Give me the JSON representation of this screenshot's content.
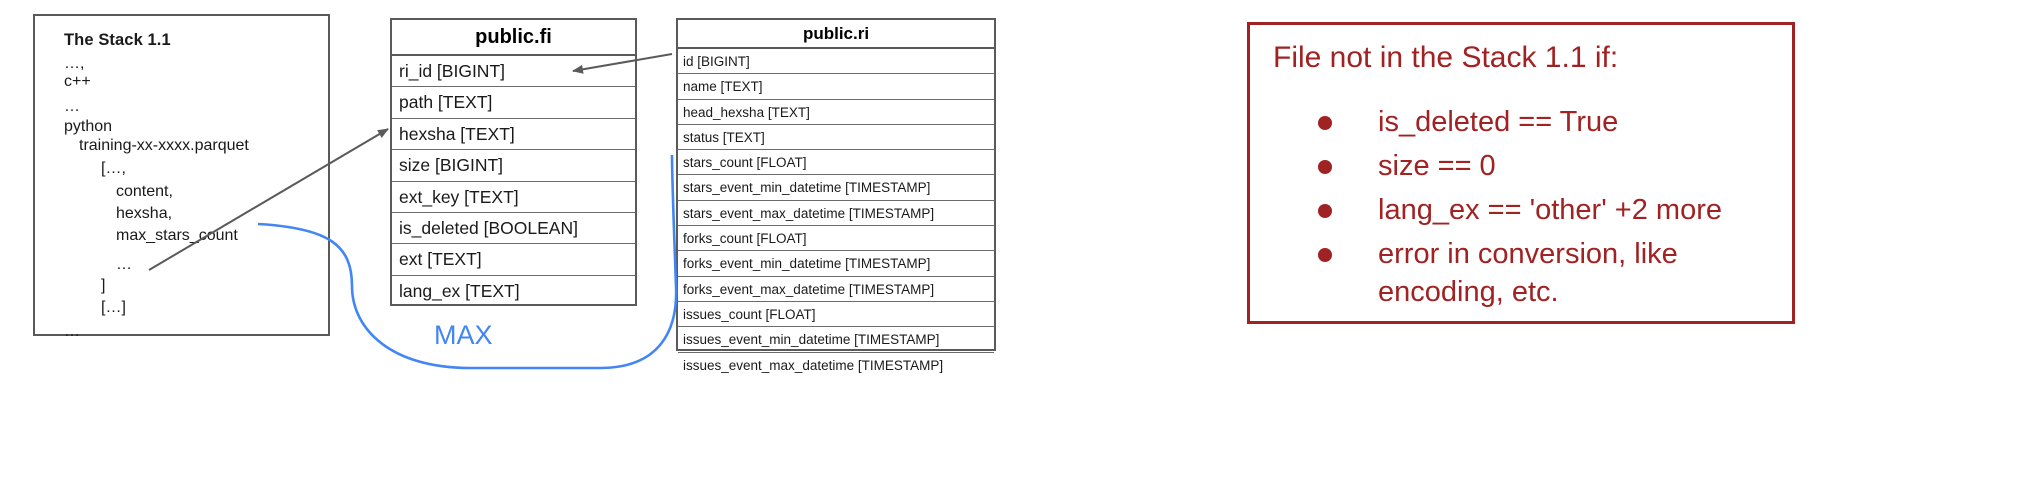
{
  "stack_box": {
    "title": "The Stack 1.1",
    "lines": [
      {
        "text": "…,",
        "indent": 0
      },
      {
        "text": "c++",
        "indent": 0
      },
      {
        "text": "…",
        "indent": 0
      },
      {
        "text": "python",
        "indent": 0
      },
      {
        "text": "training-xx-xxxx.parquet",
        "indent": 1
      },
      {
        "text": "[…,",
        "indent": 2
      },
      {
        "text": "content,",
        "indent": 3
      },
      {
        "text": "hexsha,",
        "indent": 3
      },
      {
        "text": "max_stars_count",
        "indent": 3
      },
      {
        "text": "…",
        "indent": 3
      },
      {
        "text": "]",
        "indent": 2
      },
      {
        "text": "[…]",
        "indent": 2
      },
      {
        "text": "…",
        "indent": 0
      }
    ]
  },
  "table_fi": {
    "title": "public.fi",
    "rows": [
      "ri_id [BIGINT]",
      "path [TEXT]",
      "hexsha [TEXT]",
      "size [BIGINT]",
      "ext_key [TEXT]",
      "is_deleted [BOOLEAN]",
      "ext [TEXT]",
      "lang_ex [TEXT]"
    ]
  },
  "table_ri": {
    "title": "public.ri",
    "rows": [
      "id [BIGINT]",
      "name [TEXT]",
      "head_hexsha [TEXT]",
      "status [TEXT]",
      "stars_count [FLOAT]",
      "stars_event_min_datetime [TIMESTAMP]",
      "stars_event_max_datetime [TIMESTAMP]",
      "forks_count [FLOAT]",
      "forks_event_min_datetime [TIMESTAMP]",
      "forks_event_max_datetime [TIMESTAMP]",
      "issues_count [FLOAT]",
      "issues_event_min_datetime [TIMESTAMP]",
      "issues_event_max_datetime [TIMESTAMP]"
    ]
  },
  "relations": {
    "max_label": "MAX"
  },
  "note_box": {
    "title": "File not in the Stack 1.1 if:",
    "items": [
      "is_deleted == True",
      "size == 0",
      "lang_ex == 'other' +2 more",
      "error in conversion, like encoding, etc."
    ]
  },
  "colors": {
    "accent_blue": "#4285f4",
    "note_red": "#a02222",
    "border_gray": "#5a5a5a"
  }
}
